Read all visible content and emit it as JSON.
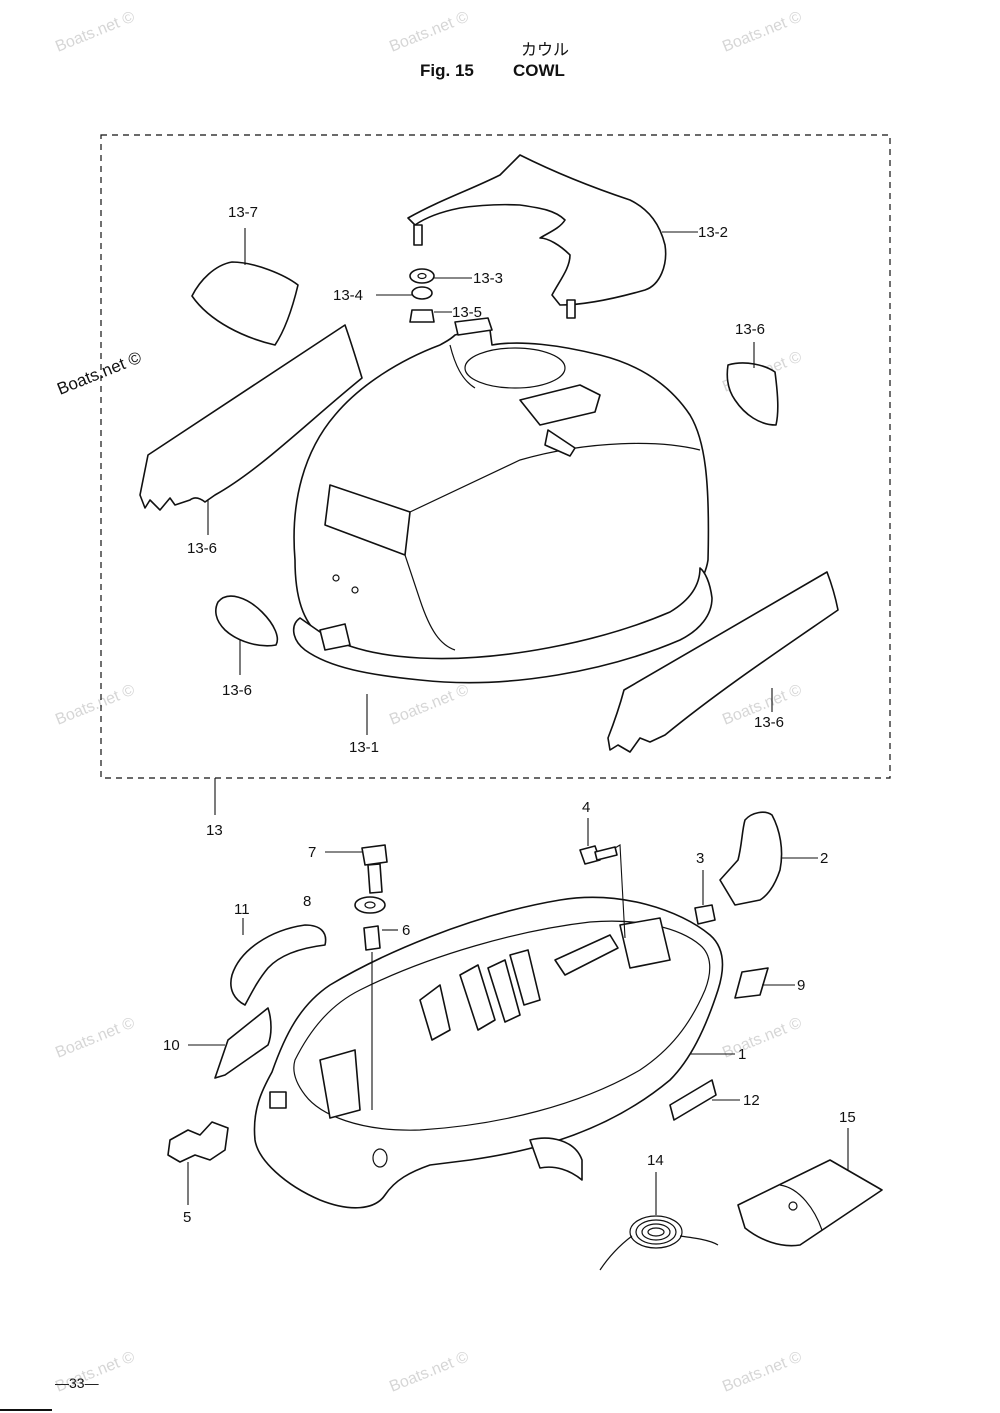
{
  "header": {
    "jp_title": "カウル",
    "fig_label": "Fig. 15",
    "fig_name": "COWL"
  },
  "page_number": "—33—",
  "watermark": {
    "faint_text": "Boats.net ©",
    "dark_text": "Boats.net ©"
  },
  "parts": {
    "assembly": "13",
    "cowl_top": "13-1",
    "cover_handle": "13-2",
    "washer_a": "13-3",
    "washer_b": "13-4",
    "nut": "13-5",
    "decal_left_large": "13-6",
    "decal_small_left": "13-6",
    "decal_small_right": "13-6",
    "decal_right_large": "13-6",
    "pad": "13-7",
    "bottom_cowl": "1",
    "clamp_lever": "2",
    "collar": "3",
    "bolt_flange": "4",
    "grommet": "5",
    "collar_small": "6",
    "bolt": "7",
    "washer": "8",
    "plate": "9",
    "seal_left": "10",
    "seal_curved": "11",
    "label_strip": "12",
    "spring": "14",
    "pouch": "15"
  }
}
